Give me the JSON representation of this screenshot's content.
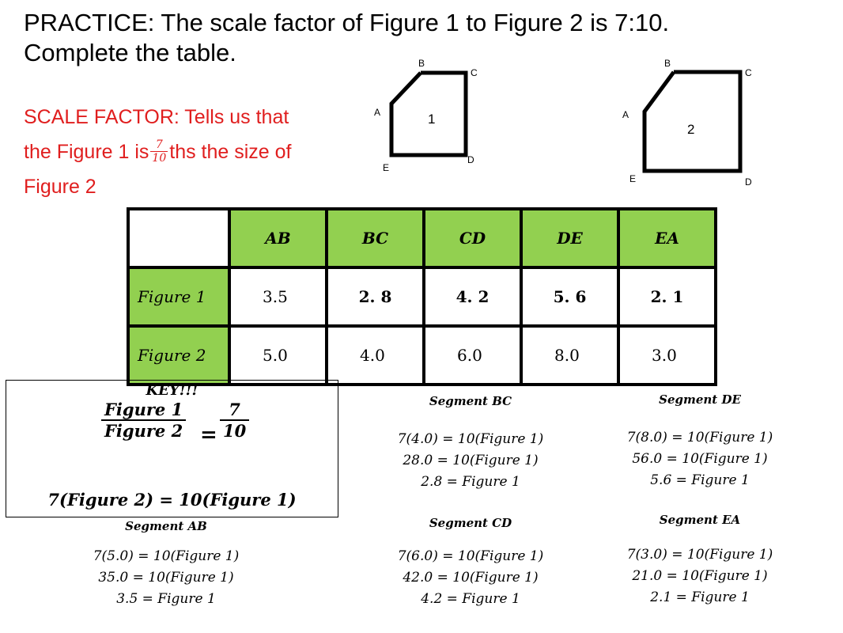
{
  "title": {
    "line1": "PRACTICE: The scale factor of Figure 1 to Figure 2 is 7:10.",
    "line2": "Complete the table."
  },
  "scale_note": {
    "line1": "SCALE FACTOR: Tells us that",
    "line2_pre": "the Figure 1 is",
    "frac_num": "7",
    "frac_den": "10",
    "line2_post": "ths the size of",
    "line3": "Figure 2"
  },
  "figure1": {
    "number": "1",
    "A": "A",
    "B": "B",
    "C": "C",
    "D": "D",
    "E": "E"
  },
  "figure2": {
    "number": "2",
    "A": "A",
    "B": "B",
    "C": "C",
    "D": "D",
    "E": "E"
  },
  "table": {
    "headers": [
      "AB",
      "BC",
      "CD",
      "DE",
      "EA"
    ],
    "rows": [
      {
        "label": "Figure 1",
        "values": [
          "3.5",
          "2. 8",
          "4. 2",
          "5. 6",
          "2. 1"
        ]
      },
      {
        "label": "Figure 2",
        "values": [
          "5.0",
          "4.0",
          "6.0",
          "8.0",
          "3.0"
        ]
      }
    ],
    "header_color": "#92d050"
  },
  "key": {
    "title": "KEY!!!",
    "frac_num": "Figure 1",
    "frac_den": "Figure 2",
    "eq": "=",
    "rhs_num": "7",
    "rhs_den": "10",
    "cross": "7(Figure 2) = 10(Figure 1)"
  },
  "segments": {
    "ab": {
      "title": "Segment AB",
      "l1": "7(5.0) = 10(Figure 1)",
      "l2": "35.0 = 10(Figure 1)",
      "l3": "3.5 = Figure 1"
    },
    "bc": {
      "title": "Segment BC",
      "l1": "7(4.0) = 10(Figure 1)",
      "l2": "28.0 = 10(Figure 1)",
      "l3": "2.8 = Figure 1"
    },
    "cd": {
      "title": "Segment CD",
      "l1": "7(6.0) = 10(Figure 1)",
      "l2": "42.0 = 10(Figure 1)",
      "l3": "4.2 = Figure 1"
    },
    "de": {
      "title": "Segment DE",
      "l1": "7(8.0) = 10(Figure 1)",
      "l2": "56.0 = 10(Figure 1)",
      "l3": "5.6 = Figure 1"
    },
    "ea": {
      "title": "Segment EA",
      "l1": "7(3.0) = 10(Figure 1)",
      "l2": "21.0 = 10(Figure 1)",
      "l3": "2.1 = Figure 1"
    }
  },
  "colors": {
    "accent_red": "#e01e1e",
    "table_green": "#92d050"
  }
}
